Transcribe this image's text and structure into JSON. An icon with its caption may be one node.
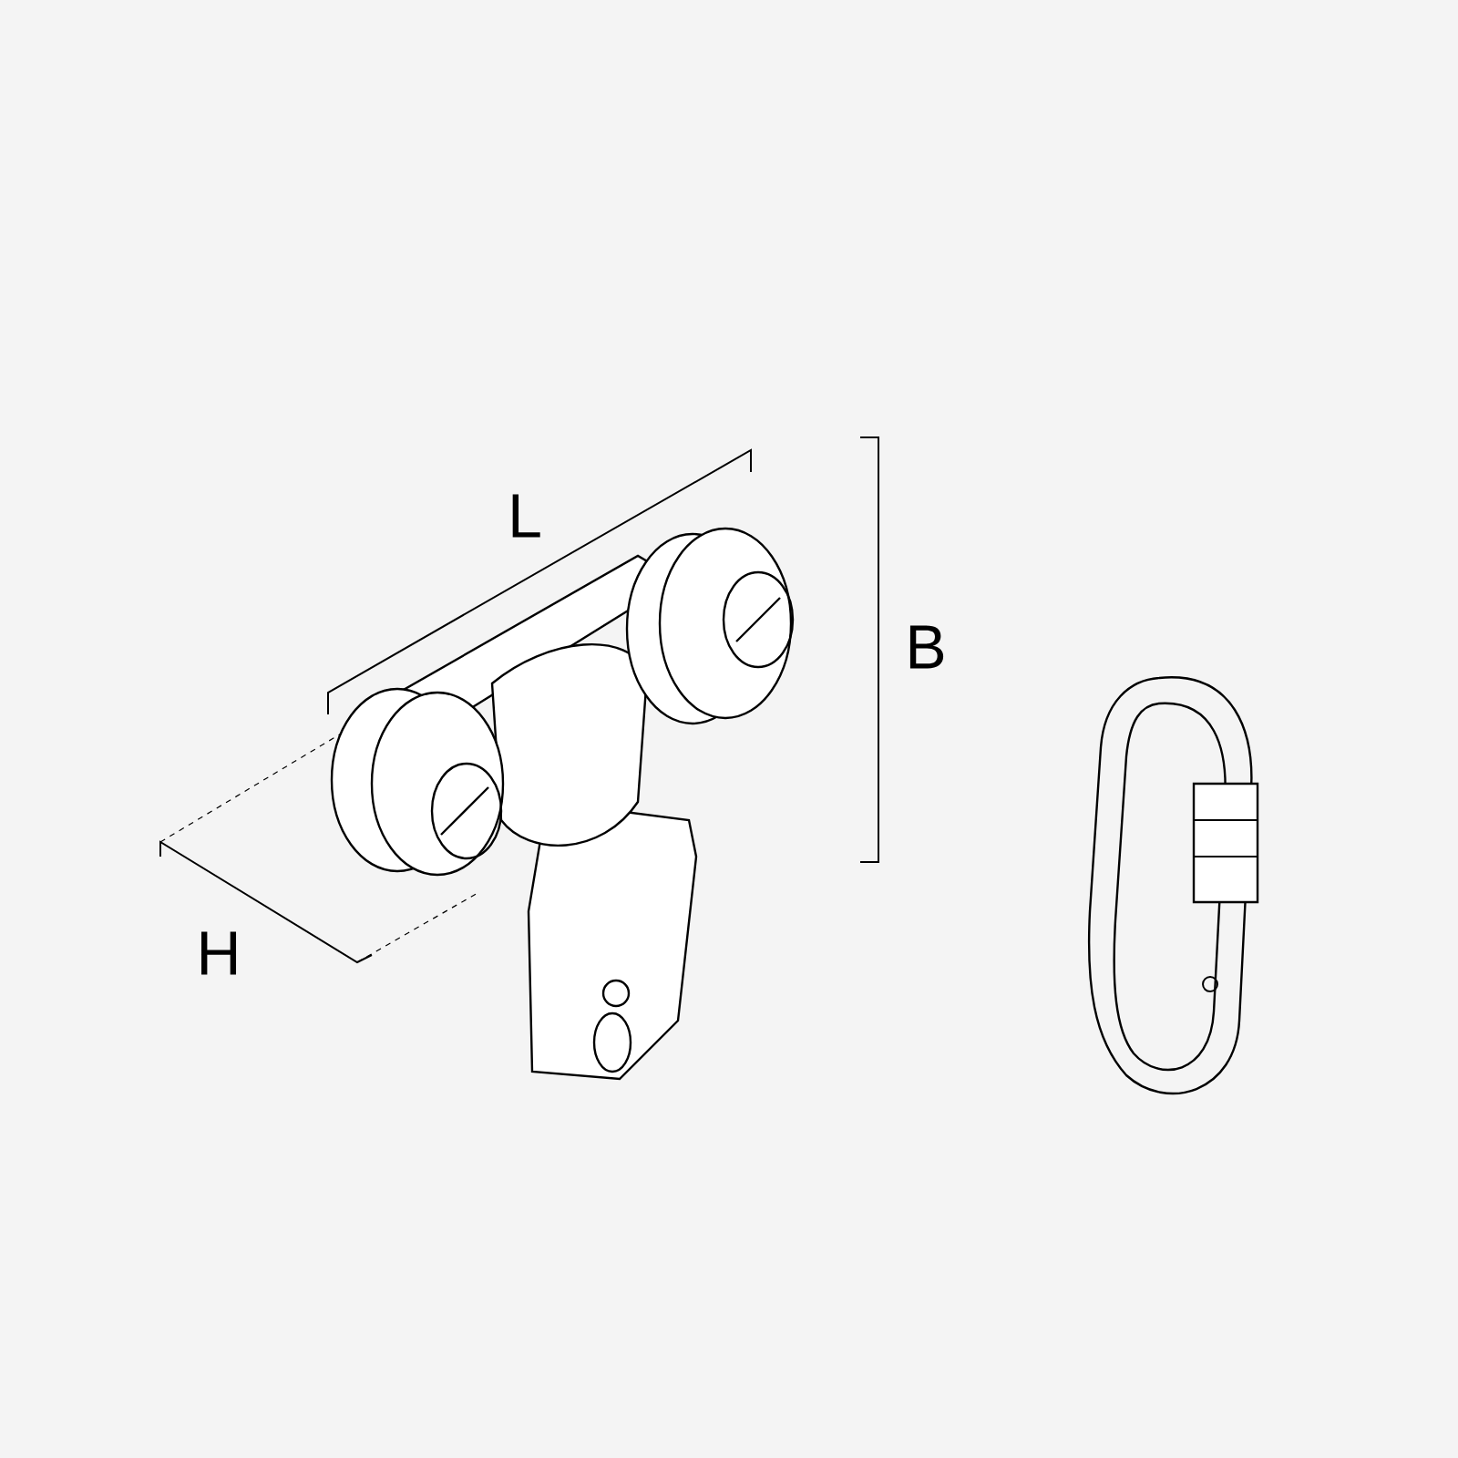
{
  "diagram": {
    "labels": [
      "L",
      "B",
      "H"
    ]
  }
}
